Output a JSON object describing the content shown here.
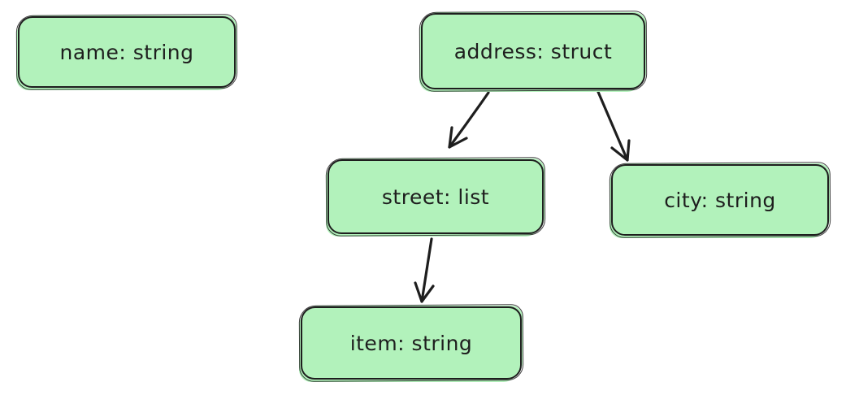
{
  "diagram": {
    "background_color": "#ffffff",
    "node_fill_color": "#b2f2bb",
    "stroke_color": "#1e1e1e",
    "nodes": [
      {
        "id": "name",
        "label": "name: string"
      },
      {
        "id": "address",
        "label": "address: struct"
      },
      {
        "id": "street",
        "label": "street: list"
      },
      {
        "id": "city",
        "label": "city: string"
      },
      {
        "id": "item",
        "label": "item: string"
      }
    ],
    "edges": [
      {
        "from": "address",
        "to": "street"
      },
      {
        "from": "address",
        "to": "city"
      },
      {
        "from": "street",
        "to": "item"
      }
    ]
  }
}
